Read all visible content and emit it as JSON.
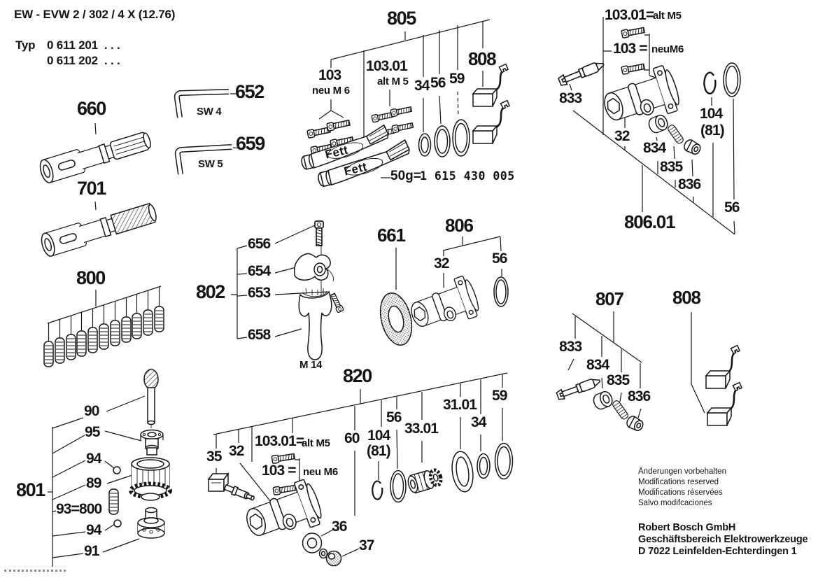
{
  "header": {
    "model": "EW - EVW 2 / 302 / 4 X (12.76)",
    "typ": "Typ",
    "typ_row1": "0 611 201  . . .",
    "typ_row2": "0 611 202  . . ."
  },
  "groups": {
    "g660": {
      "label": "660"
    },
    "g701": {
      "label": "701"
    },
    "g652": {
      "label": "652",
      "size": "SW 4"
    },
    "g659": {
      "label": "659",
      "size": "SW 5"
    },
    "g800": {
      "label": "800"
    },
    "g801": {
      "label": "801",
      "c90": "90",
      "c95": "95",
      "c94a": "94",
      "c89": "89",
      "c93": "93=800",
      "c94b": "94",
      "c91": "91"
    },
    "g802": {
      "label": "802",
      "c656": "656",
      "c654": "654",
      "c653": "653",
      "c658": "658",
      "thread": "M 14"
    },
    "g805": {
      "label": "805",
      "c103": "103",
      "c103_sub": "neu M 6",
      "c10301": "103.01",
      "c10301_sub": "alt M 5",
      "c34": "34",
      "c56": "56",
      "c59": "59",
      "c808": "808",
      "fett_a": "Fett",
      "fett_b": "Fett",
      "qty": "50g=",
      "part_no": "1 615 430 005"
    },
    "g806": {
      "label": "806",
      "c32": "32",
      "c56": "56"
    },
    "g661": {
      "label": "661"
    },
    "g80601": {
      "label": "806.01",
      "c10301": "103.01=",
      "c10301_sub": "alt M5",
      "c103": "103 =",
      "c103_sub": "neuM6",
      "c833": "833",
      "c32": "32",
      "c834": "834",
      "c835": "835",
      "c836": "836",
      "c104": "104",
      "c104_sub": "(81)",
      "c56": "56"
    },
    "g820": {
      "label": "820",
      "c35": "35",
      "c32": "32",
      "c10301": "103.01=",
      "c10301_sub": "alt M5",
      "c103": "103 =",
      "c103_sub": "neu M6",
      "c60": "60",
      "c104": "104",
      "c104_sub": "(81)",
      "c56": "56",
      "c3301": "33.01",
      "c3101": "31.01",
      "c34": "34",
      "c59": "59",
      "c36": "36",
      "c37": "37"
    },
    "g807": {
      "label": "807",
      "c833": "833",
      "c834": "834",
      "c835": "835",
      "c836": "836"
    },
    "g808": {
      "label": "808"
    }
  },
  "footer": {
    "notes": [
      "Änderungen vorbehalten",
      "Modifications reserved",
      "Modifications réservées",
      "Salvo modifcaciones"
    ],
    "company": [
      "Robert Bosch GmbH",
      "Geschäftsbereich Elektrowerkzeuge",
      "D 7022 Leinfelden-Echterdingen 1"
    ]
  },
  "colors": {
    "ink": "#141414",
    "paper": "#ffffff"
  }
}
